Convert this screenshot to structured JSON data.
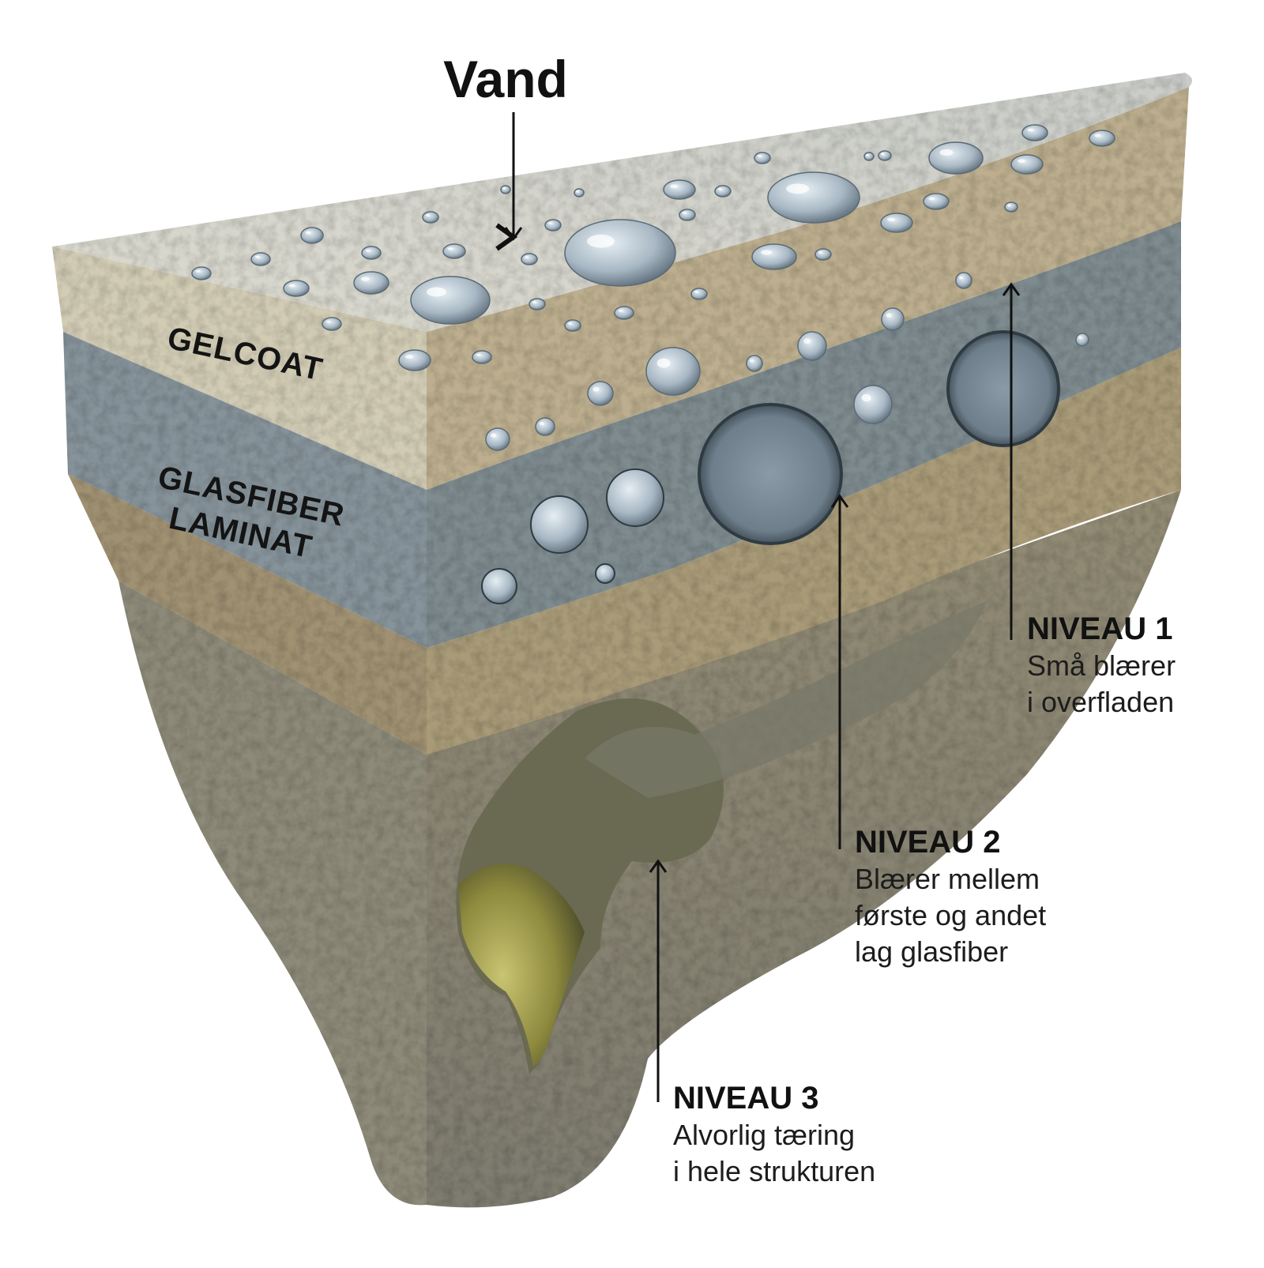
{
  "title": "Vand",
  "layers": {
    "gelcoat": "GELCOAT",
    "laminat_line1": "GLASFIBER",
    "laminat_line2": "LAMINAT"
  },
  "levels": [
    {
      "title": "NIVEAU 1",
      "desc_line1": "Små blærer",
      "desc_line2": "i overfladen",
      "desc_line3": ""
    },
    {
      "title": "NIVEAU 2",
      "desc_line1": "Blærer mellem",
      "desc_line2": "første og andet",
      "desc_line3": "lag glasfiber"
    },
    {
      "title": "NIVEAU 3",
      "desc_line1": "Alvorlig tæring",
      "desc_line2": "i hele strukturen",
      "desc_line3": ""
    }
  ],
  "colors": {
    "gelcoat_top": "#d8d6cb",
    "gelcoat_side": "#b9ac8c",
    "laminate_grey": "#7d8a8d",
    "laminate_tan": "#a49674",
    "core": "#8a8775",
    "water_drop": "#a8b8c4",
    "rot_fluid": "#9c9a4a"
  }
}
